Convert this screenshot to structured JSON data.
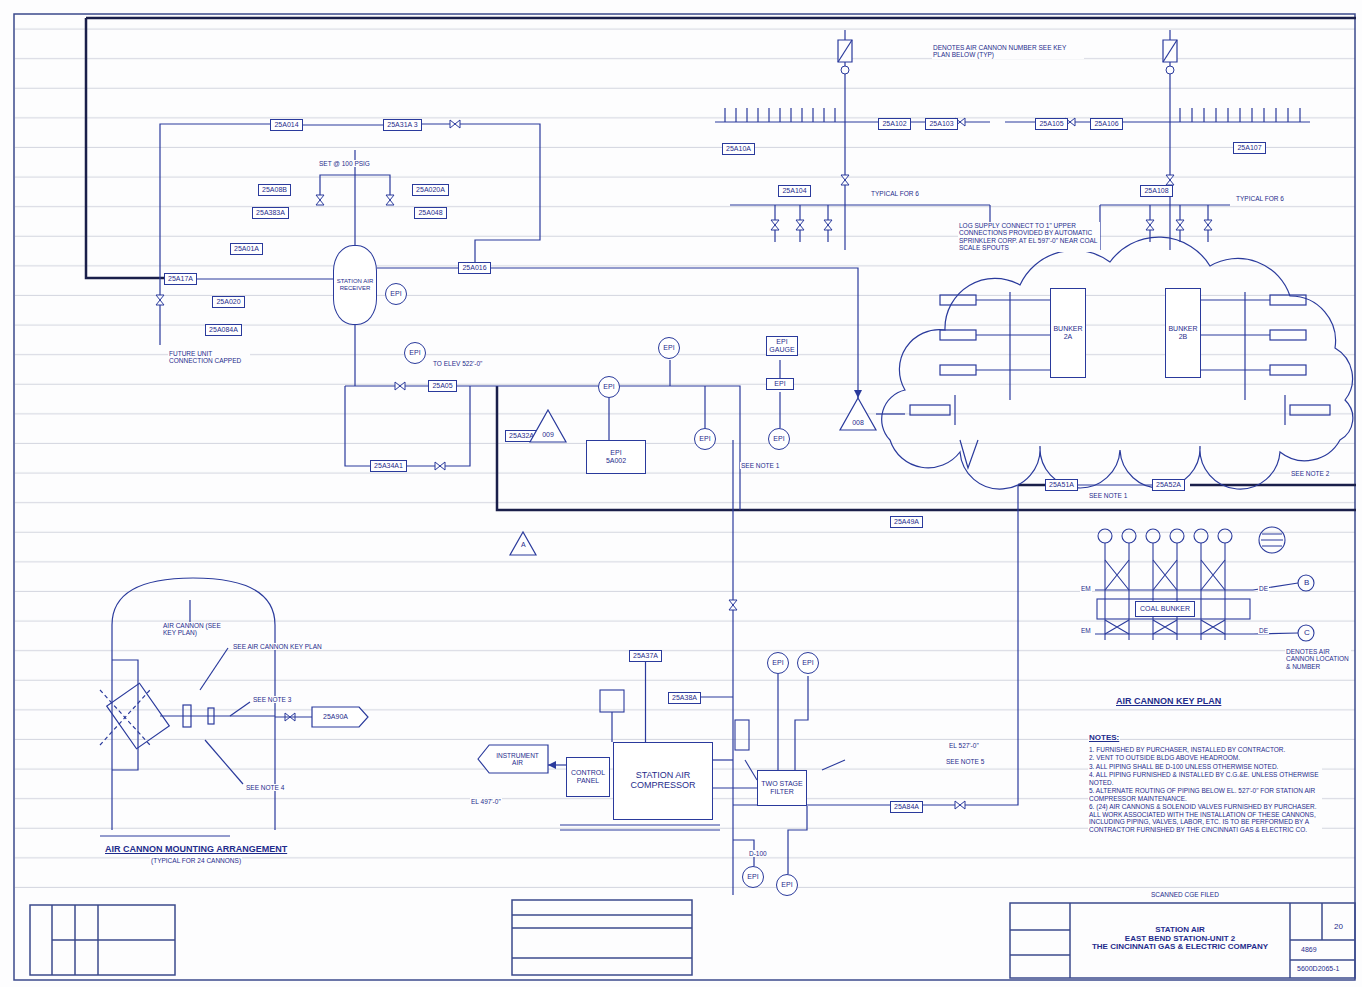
{
  "diagram": {
    "title": "AIR CANNON KEY PLAN",
    "nodes": [
      {
        "text": [
          "STATION AIR RECEIVER"
        ]
      },
      {
        "text": [
          "25A014"
        ]
      },
      {
        "text": [
          "25A31A 3"
        ]
      },
      {
        "text": [
          "25A08B"
        ]
      },
      {
        "text": [
          "25A020A"
        ]
      },
      {
        "text": [
          "25A383A"
        ]
      },
      {
        "text": [
          "25A048"
        ]
      },
      {
        "text": [
          "25A01A"
        ]
      },
      {
        "text": [
          "25A17A"
        ]
      },
      {
        "text": [
          "25A020"
        ]
      },
      {
        "text": [
          "25A084A"
        ]
      },
      {
        "text": [
          "25A016"
        ]
      },
      {
        "text": [
          "EPI"
        ]
      },
      {
        "text": [
          "EPI"
        ]
      },
      {
        "text": [
          "25A05"
        ]
      },
      {
        "text": [
          "25A32A1"
        ]
      },
      {
        "text": [
          "25A34A1"
        ]
      },
      {
        "text": [
          "009"
        ]
      },
      {
        "text": [
          "EPI"
        ]
      },
      {
        "text": [
          "EPI"
        ]
      },
      {
        "text": [
          "EPI",
          "5A002"
        ]
      },
      {
        "text": [
          "EPI"
        ]
      },
      {
        "text": [
          "EPI GAUGE"
        ]
      },
      {
        "text": [
          "EPI"
        ]
      },
      {
        "text": [
          "EPI"
        ]
      },
      {
        "text": [
          "008"
        ]
      },
      {
        "text": [
          "25A10A"
        ]
      },
      {
        "text": [
          "25A102"
        ]
      },
      {
        "text": [
          "25A103"
        ]
      },
      {
        "text": [
          "25A104"
        ]
      },
      {
        "text": [
          "25A105"
        ]
      },
      {
        "text": [
          "25A106"
        ]
      },
      {
        "text": [
          "25A107"
        ]
      },
      {
        "text": [
          "25A108"
        ]
      },
      {
        "text": [
          "BUNKER 2A"
        ]
      },
      {
        "text": [
          "BUNKER 2B"
        ]
      },
      {
        "text": [
          "25A51A"
        ]
      },
      {
        "text": [
          "25A52A"
        ]
      },
      {
        "text": [
          "25A49A"
        ]
      },
      {
        "text": [
          "COAL BUNKER"
        ]
      },
      {
        "text": [
          "STATION AIR COMPRESSOR"
        ]
      },
      {
        "text": [
          "CONTROL PANEL"
        ]
      },
      {
        "text": [
          "INSTRUMENT AIR"
        ]
      },
      {
        "text": [
          "25A37A"
        ]
      },
      {
        "text": [
          "TWO STAGE FILTER"
        ]
      },
      {
        "text": [
          "EPI"
        ]
      },
      {
        "text": [
          "EPI"
        ]
      },
      {
        "text": [
          "EPI"
        ]
      },
      {
        "text": [
          "EPI"
        ]
      },
      {
        "text": [
          "25A38A"
        ]
      },
      {
        "text": [
          "25A84A"
        ]
      },
      {
        "text": [
          "STATION AIR",
          "EAST BEND STATION-UNIT 2",
          "THE CINCINNATI GAS & ELECTRIC COMPANY"
        ]
      },
      {
        "text": [
          "25A90A"
        ]
      }
    ],
    "edges": [
      {
        "from": 1,
        "to": 2,
        "arrow": "none"
      },
      {
        "from": 8,
        "to": 0,
        "arrow": "none"
      },
      {
        "from": 0,
        "to": 11,
        "arrow": "none"
      },
      {
        "from": 11,
        "to": 25,
        "arrow": "to"
      },
      {
        "from": 40,
        "to": 44,
        "arrow": "none"
      },
      {
        "from": 41,
        "to": 42,
        "arrow": "to"
      },
      {
        "from": 20,
        "to": 19,
        "arrow": "none"
      },
      {
        "from": 36,
        "to": 37,
        "arrow": "none"
      },
      {
        "from": 45,
        "to": 44,
        "arrow": "none"
      },
      {
        "from": 43,
        "to": 40,
        "arrow": "none"
      }
    ],
    "labels": [
      "SET @ 100 PSIG",
      "FUTURE UNIT CONNECTION CAPPED",
      "TO ELEV 522'-0\"",
      "SEE NOTE 1",
      "DENOTES AIR CANNON NUMBER SEE KEY PLAN BELOW (TYP)",
      "SEE NOTE 1",
      "SEE NOTE 2",
      "SEE NOTE 5",
      "EL 527'-0\"",
      "AIR CANNON MOUNTING ARRANGEMENT",
      "(TYPICAL FOR 24 CANNONS)",
      "AIR CANNON KEY PLAN",
      "DENOTES AIR CANNON LOCATION & NUMBER",
      "NOTES:",
      "1. FURNISHED BY PURCHASER, INSTALLED BY CONTRACTOR.",
      "2. VENT TO OUTSIDE BLDG ABOVE HEADROOM.",
      "3. ALL PIPING SHALL BE D-100 UNLESS OTHERWISE NOTED.",
      "4. ALL PIPING FURNISHED & INSTALLED BY C.G.&E. UNLESS OTHERWISE NOTED.",
      "5. ALTERNATE ROUTING OF PIPING BELOW EL. 527'-0\" FOR STATION AIR COMPRESSOR MAINTENANCE.",
      "6. (24) AIR CANNONS & SOLENOID VALVES FURNISHED BY PURCHASER. ALL WORK ASSOCIATED WITH THE INSTALLATION OF THESE CANNONS, INCLUDING PIPING, VALVES, LABOR, ETC. IS TO BE PERFORMED BY A CONTRACTOR FURNISHED BY THE CINCINNATI GAS & ELECTRIC CO.",
      "EL 497'-0\"",
      "D-100",
      "SEE AIR CANNON KEY PLAN",
      "AIR CANNON (SEE KEY PLAN)",
      "SEE NOTE 3",
      "SEE NOTE 4",
      "SCANNED CGE FILED",
      "4869",
      "20",
      "5600D2065-1",
      "A",
      "B",
      "C",
      "EM",
      "DE",
      "EM",
      "DE",
      "LOG SUPPLY CONNECT TO 1\" UPPER CONNECTIONS PROVIDED BY AUTOMATIC SPRINKLER CORP. AT EL 597'-0\" NEAR COAL SCALE SPOUTS",
      "TYPICAL FOR 6",
      "TYPICAL FOR 6"
    ]
  }
}
